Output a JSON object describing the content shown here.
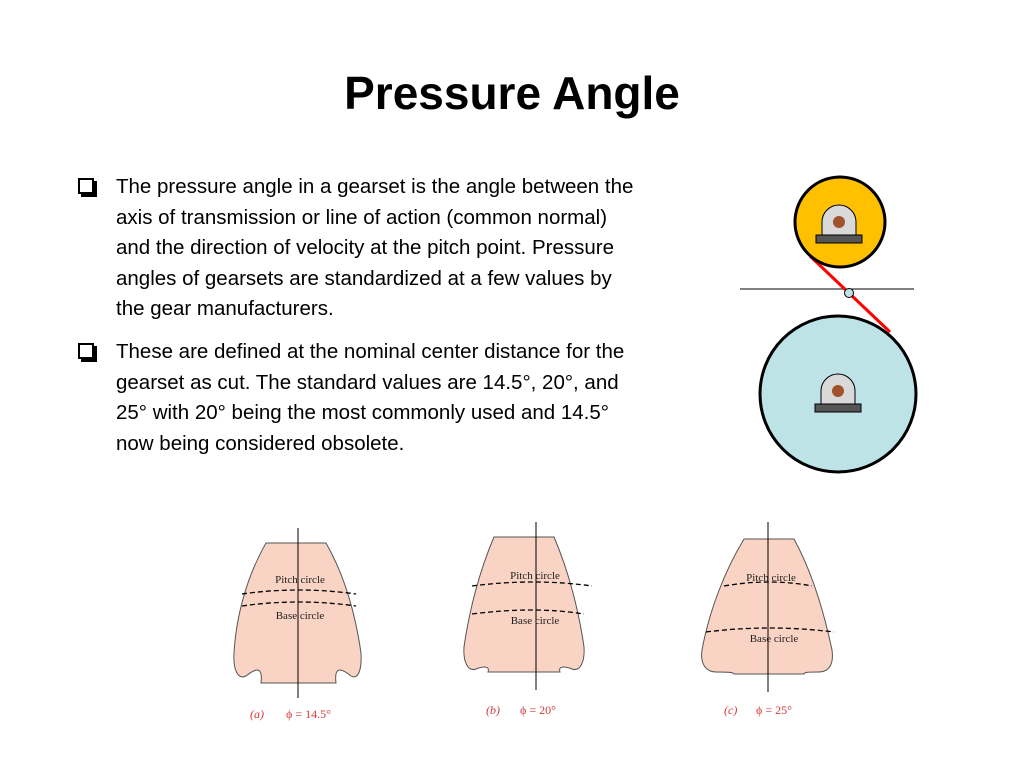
{
  "slide": {
    "title": "Pressure Angle",
    "bullets": [
      "The pressure angle in a gearset is the angle between the axis of transmission or line of action (common normal) and the direction of velocity at the pitch point. Pressure angles of gearsets are standardized at a few values by the gear manufacturers.",
      "These are defined at the nominal center distance for the gearset as cut. The standard values are 14.5°, 20°, and 25° with 20° being the most commonly used and 14.5° now being considered obsolete."
    ]
  },
  "gear_diagram": {
    "colors": {
      "pinion": "#ffc000",
      "gear": "#bde3e6",
      "line_of_action": "#ff0000",
      "bearing_body": "#d9d9d9",
      "bearing_hub": "#a0522d"
    },
    "icons": [
      "bearing-icon",
      "bearing-icon"
    ]
  },
  "tooth_figures": [
    {
      "pitch_label": "Pitch circle",
      "base_label": "Base circle",
      "caption_letter": "(a)",
      "caption_value": "ϕ = 14.5°"
    },
    {
      "pitch_label": "Pitch circle",
      "base_label": "Base circle",
      "caption_letter": "(b)",
      "caption_value": "ϕ = 20°"
    },
    {
      "pitch_label": "Pitch circle",
      "base_label": "Base circle",
      "caption_letter": "(c)",
      "caption_value": "ϕ = 25°"
    }
  ],
  "tooth_color": "#f9d3c4",
  "caption_color": "#d23a3a"
}
